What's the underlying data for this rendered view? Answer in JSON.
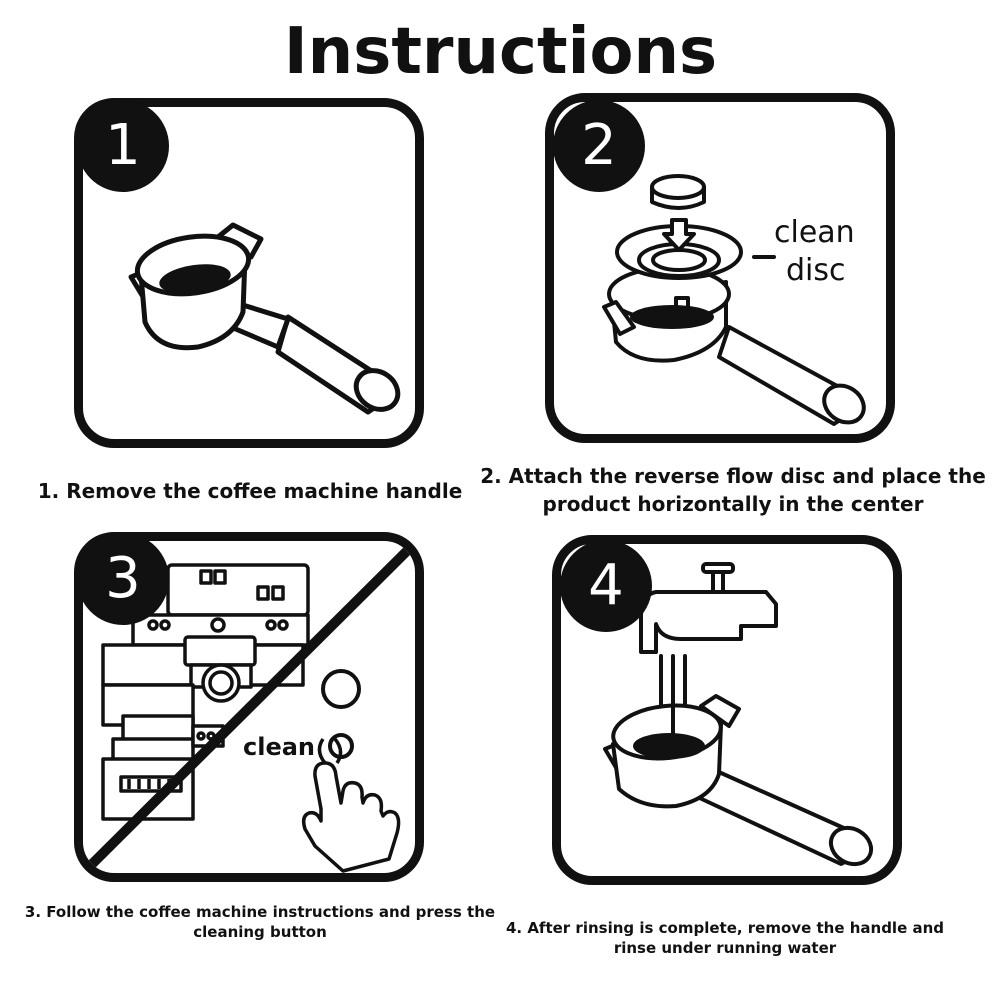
{
  "title": "Instructions",
  "steps": [
    {
      "number": "1",
      "caption": "1. Remove the coffee machine handle"
    },
    {
      "number": "2",
      "caption": "2. Attach the reverse flow disc and place the product horizontally in the center",
      "label_line1": "clean",
      "label_line2": "disc"
    },
    {
      "number": "3",
      "caption": "3. Follow the coffee machine instructions and press the cleaning button",
      "button_label": "clean"
    },
    {
      "number": "4",
      "caption": "4. After rinsing is complete, remove the handle and rinse under running water"
    }
  ],
  "icons": [
    "portafilter-icon",
    "clean-disc-icon",
    "coffee-machine-icon",
    "pointing-hand-icon",
    "water-tap-icon"
  ]
}
